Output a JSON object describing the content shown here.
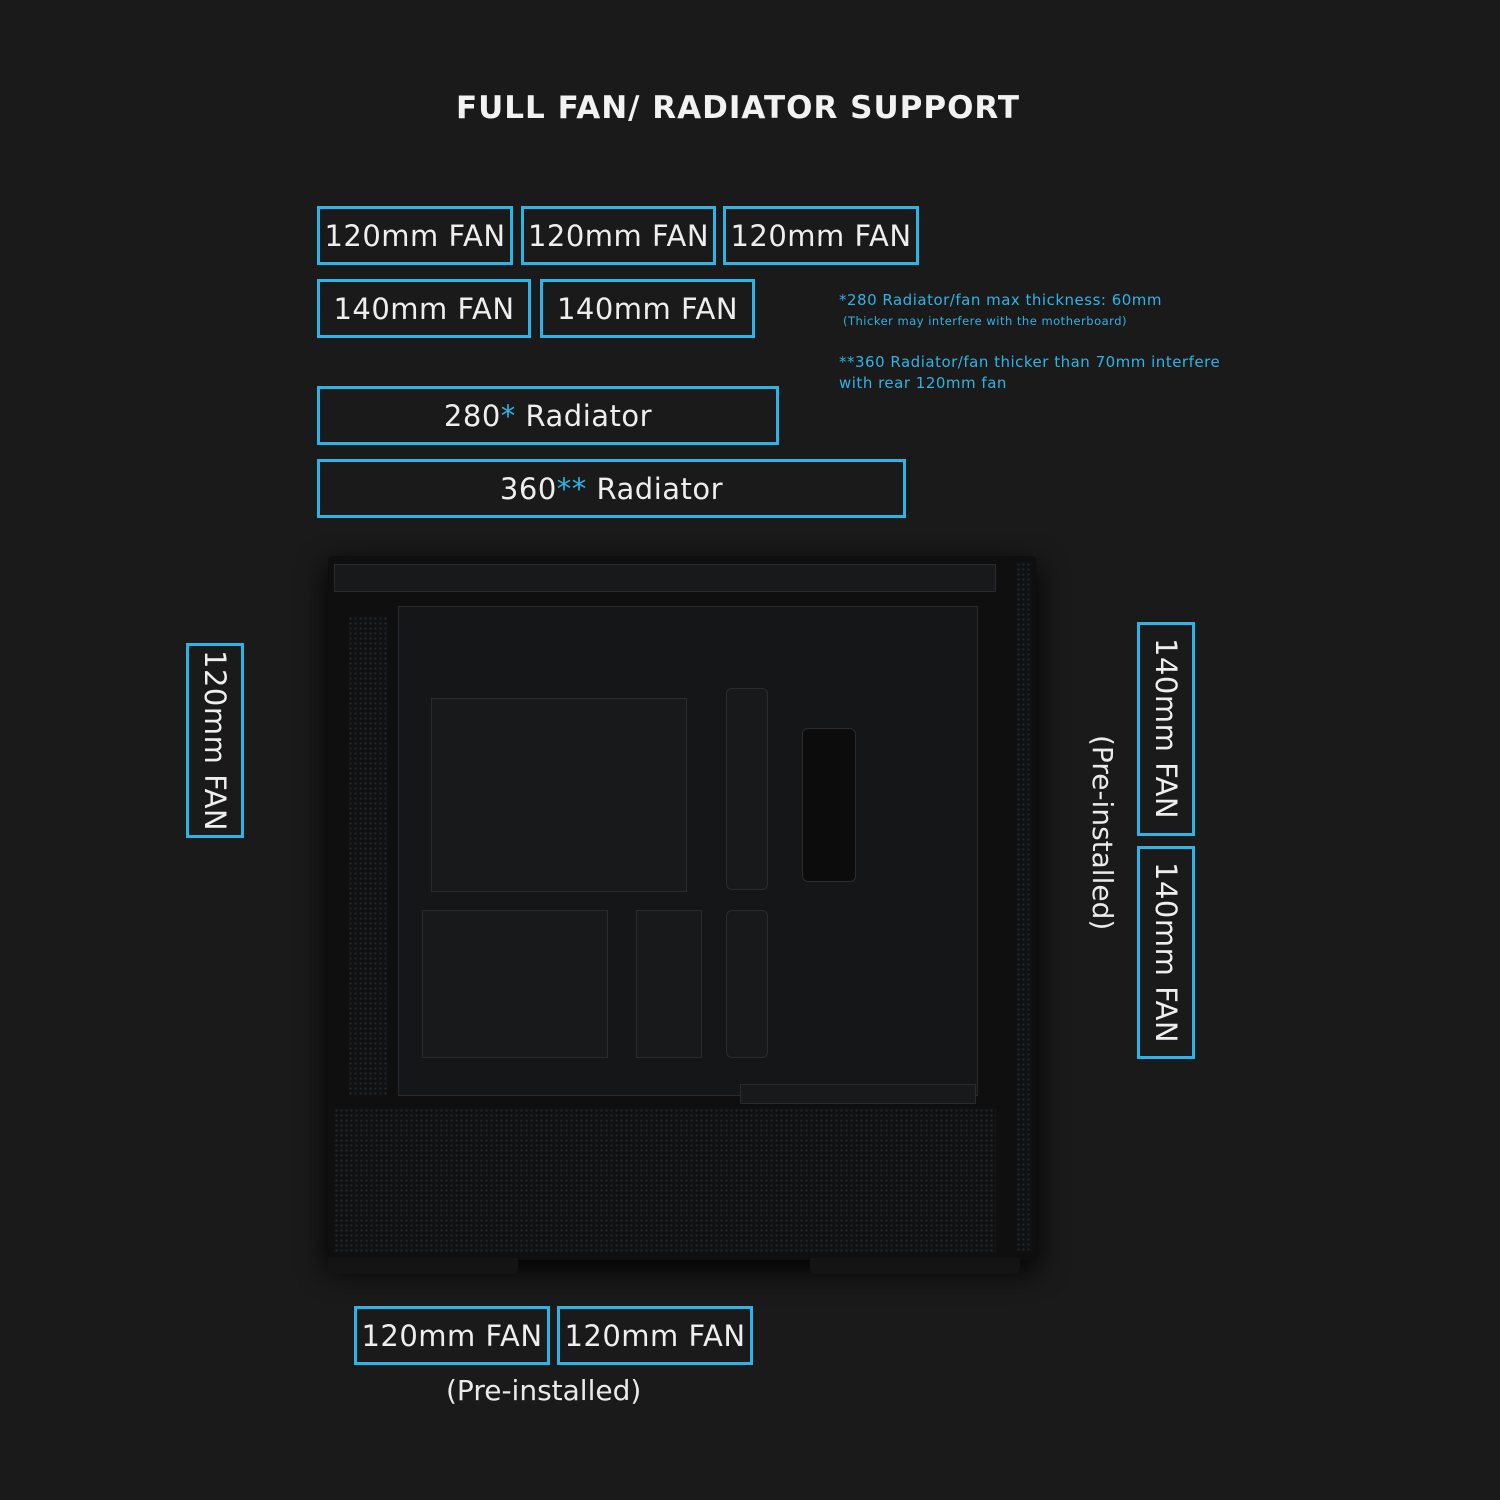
{
  "title": "FULL FAN/ RADIATOR SUPPORT",
  "top": {
    "row1": [
      "120mm FAN",
      "120mm FAN",
      "120mm FAN"
    ],
    "row2": [
      "140mm FAN",
      "140mm FAN"
    ],
    "radiator_280": {
      "size": "280",
      "mark": "*",
      "label": "Radiator"
    },
    "radiator_360": {
      "size": "360",
      "mark": "**",
      "label": "Radiator"
    }
  },
  "notes": {
    "note1": "*280 Radiator/fan max thickness: 60mm",
    "note1_sub": "(Thicker may interfere with the motherboard)",
    "note2": "**360 Radiator/fan thicker than 70mm interfere with rear 120mm fan"
  },
  "rear": {
    "fan": "120mm FAN"
  },
  "front": {
    "fans": [
      "140mm FAN",
      "140mm FAN"
    ],
    "status": "(Pre-installed)"
  },
  "bottom": {
    "fans": [
      "120mm FAN",
      "120mm FAN"
    ],
    "status": "(Pre-installed)"
  },
  "colors": {
    "accent": "#2db4e6",
    "background": "#1a1a1a"
  }
}
